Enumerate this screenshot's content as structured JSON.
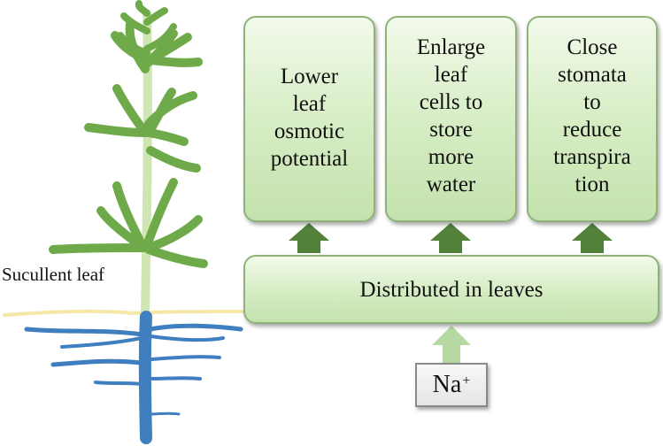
{
  "plant": {
    "label": "Sucullent leaf"
  },
  "effects": [
    {
      "text": "Lower\nleaf\nosmotic\npotential"
    },
    {
      "text": "Enlarge\nleaf\ncells to\nstore\nmore\nwater"
    },
    {
      "text": "Close\nstomata\nto\nreduce\ntranspira\ntion"
    }
  ],
  "distribution": {
    "text": "Distributed in leaves"
  },
  "ion": {
    "symbol": "Na",
    "charge": "+"
  },
  "colors": {
    "leaf_green": "#6faa4a",
    "stem_green": "#cfe6b4",
    "root_blue": "#3f7fc0",
    "soil_line": "#f5e7a8",
    "arrow_dark": "#52813a",
    "arrow_light": "#b5d9a0"
  }
}
